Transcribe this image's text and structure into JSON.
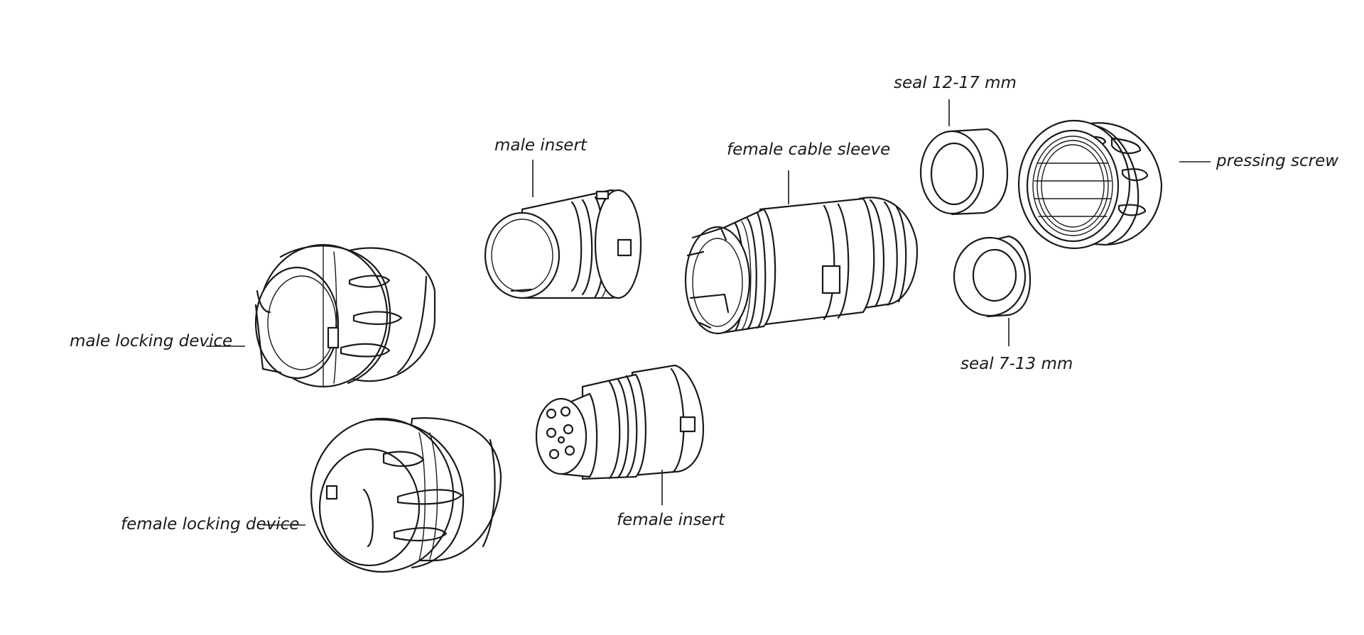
{
  "labels": {
    "male_locking_device": "male locking device",
    "male_insert": "male insert",
    "female_cable_sleeve": "female cable sleeve",
    "seal_12_17": "seal 12-17 mm",
    "seal_7_13": "seal 7-13 mm",
    "pressing_screw": "pressing screw",
    "female_locking_device": "female locking device",
    "female_insert": "female insert"
  },
  "colors": {
    "line": "#1a1a1a",
    "background": "#ffffff"
  }
}
